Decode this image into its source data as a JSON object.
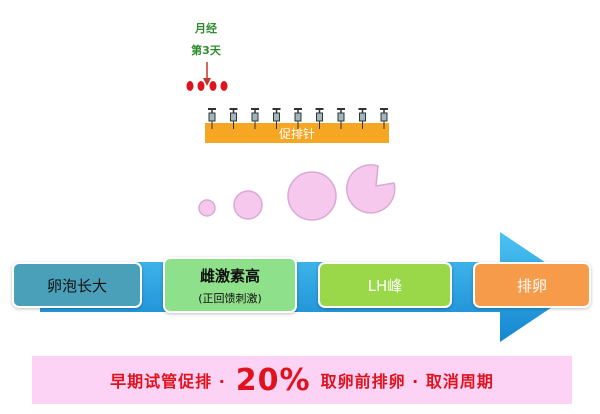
{
  "top_label": {
    "line1": "月经",
    "line2": "第3天"
  },
  "injection_bar_label": "促排针",
  "stages": [
    {
      "label": "卵泡长大"
    },
    {
      "label": "雌激素高",
      "sub": "(正回馈刺激)"
    },
    {
      "label": "LH峰"
    },
    {
      "label": "排卵"
    }
  ],
  "banner": {
    "prefix": "早期试管促排 · ",
    "highlight": "20%",
    "suffix": " 取卵前排卵 · 取消周期"
  },
  "colors": {
    "arrow": "#1e9fe0",
    "injection_bar": "#f5a623",
    "follicle": "#f7c8ee",
    "egg_dots": "#e0121e",
    "banner_bg": "#fcd3f5",
    "banner_text": "#e0121e"
  }
}
